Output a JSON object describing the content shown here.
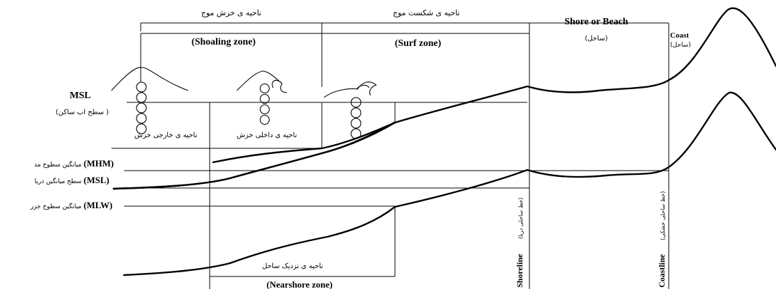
{
  "zones": {
    "shoaling": {
      "fa": "ناحیه ی خزش موج",
      "en": "(Shoaling zone)"
    },
    "surf": {
      "fa": "ناحیه ی شکست موج",
      "en": "(Surf zone)"
    },
    "shore": {
      "en": "Shore or Beach",
      "fa": "(ساحل)"
    },
    "coast": {
      "en": "Coast",
      "fa": "(ساحل)"
    },
    "outer_shoaling_fa": "ناحیه ی خارجی خزش",
    "inner_shoaling_fa": "ناحیه ی داخلی خزش",
    "nearshore": {
      "fa": "ناحیه ی نزدیک ساحل",
      "en": "(Nearshore zone)"
    }
  },
  "levels": {
    "msl_top_en": "MSL",
    "msl_top_fa": "(سطح اب ساکن )",
    "mhm": {
      "en": "(MHM)",
      "fa": "میانگین سطوح مد"
    },
    "msl": {
      "en": "(MSL)",
      "fa": "سطح میانگین دریا"
    },
    "mlw": {
      "en": "(MLW)",
      "fa": "میانگین سطوح جزر"
    }
  },
  "lines": {
    "shoreline": {
      "en": "Shoreline",
      "fa": "(خط ساحلی دریا)"
    },
    "coastline": {
      "en": "Coastline",
      "fa": "(خط ساحلی خشکی)"
    }
  }
}
